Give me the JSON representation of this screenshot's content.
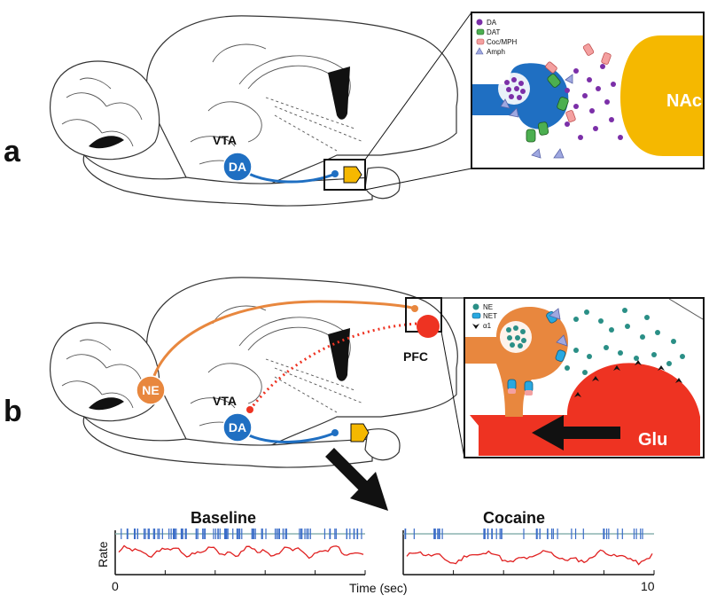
{
  "panels": {
    "a": {
      "letter": "a",
      "vta_label": "VTA",
      "da_node": "DA",
      "inset": {
        "legend": [
          "DA",
          "DAT",
          "Coc/MPH",
          "Amph"
        ],
        "target_label": "NAc"
      }
    },
    "b": {
      "letter": "b",
      "vta_label": "VTA",
      "da_node": "DA",
      "ne_node": "NE",
      "pfc_label": "PFC",
      "inset": {
        "legend": [
          "NE",
          "NET",
          "α1"
        ],
        "target_label": "Glu"
      }
    }
  },
  "traces": {
    "baseline_title": "Baseline",
    "cocaine_title": "Cocaine",
    "ylabel": "Rate",
    "xlabel": "Time (sec)",
    "x_start": "0",
    "x_end": "10"
  },
  "colors": {
    "da": "#1f6fc2",
    "ne": "#e8873e",
    "pfc": "#ee3322",
    "nac": "#f5b800",
    "dat": "#4caf50",
    "coc": "#f4a0a0",
    "amph": "#9fa8e0",
    "net": "#29a8e0",
    "ne_dot": "#2a8f86",
    "da_dot": "#7b2fa8",
    "spike": "#3a6cc8",
    "rate": "#e02020"
  }
}
